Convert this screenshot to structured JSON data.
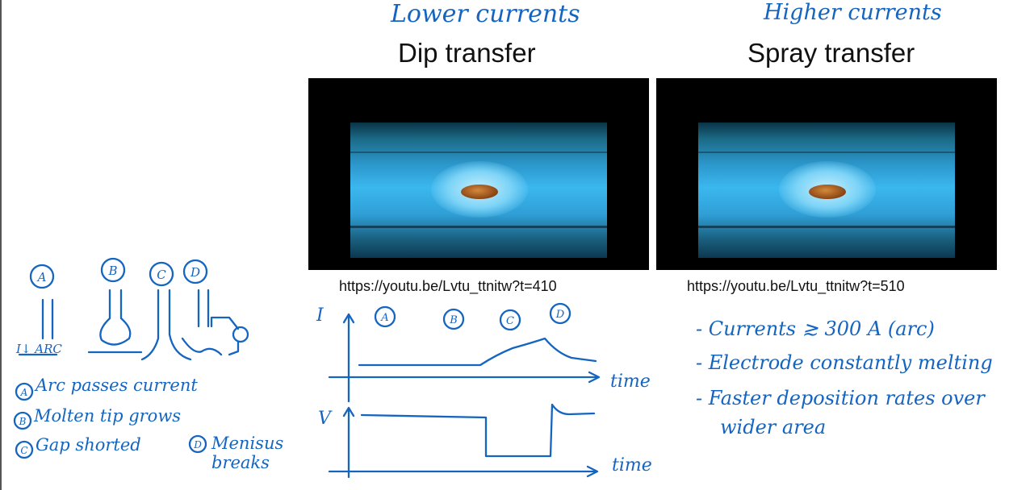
{
  "slide": {
    "dip": {
      "annotation": "Lower currents",
      "title": "Dip transfer",
      "url": "https://youtu.be/Lvtu_ttnitw?t=410"
    },
    "spray": {
      "annotation": "Higher currents",
      "title": "Spray transfer",
      "url": "https://youtu.be/Lvtu_ttnitw?t=510"
    }
  },
  "notes_left": {
    "stage_letters": [
      "A",
      "B",
      "C",
      "D"
    ],
    "arc_label": "I↓ ARC",
    "legend": [
      "Arc passes current",
      "Molten tip grows",
      "Gap shorted",
      "Menisus breaks"
    ]
  },
  "plots": {
    "current_axis": "I",
    "voltage_axis": "V",
    "time_label": "time",
    "stage_letters": [
      "A",
      "B",
      "C",
      "D"
    ]
  },
  "notes_right": [
    "- Currents ≳ 300 A (arc)",
    "- Electrode constantly melting",
    "- Faster deposition rates over",
    "wider area"
  ]
}
